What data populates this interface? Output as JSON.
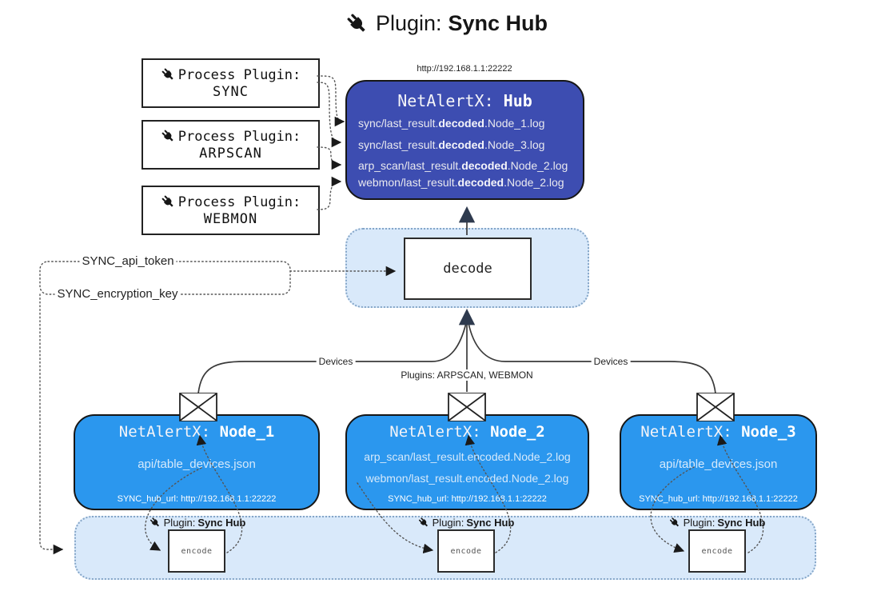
{
  "title": {
    "icon": "plug-icon",
    "prefix": "Plugin:",
    "name": "Sync Hub"
  },
  "process_plugins": [
    {
      "icon": "plug-icon",
      "label": "Process Plugin:",
      "name": "SYNC"
    },
    {
      "icon": "plug-icon",
      "label": "Process Plugin:",
      "name": "ARPSCAN"
    },
    {
      "icon": "plug-icon",
      "label": "Process Plugin:",
      "name": "WEBMON"
    }
  ],
  "hub": {
    "url": "http://192.168.1.1:22222",
    "title_prefix": "NetAlertX:",
    "title_name": "Hub",
    "logs": [
      {
        "pre": "sync/last_result.",
        "bold": "decoded",
        "post": ".Node_1.log"
      },
      {
        "pre": "sync/last_result.",
        "bold": "decoded",
        "post": ".Node_3.log"
      },
      {
        "pre": "arp_scan/last_result.",
        "bold": "decoded",
        "post": ".Node_2.log"
      },
      {
        "pre": "webmon/last_result.",
        "bold": "decoded",
        "post": ".Node_2.log"
      }
    ]
  },
  "decode": {
    "label": "decode"
  },
  "keys": {
    "api_token": "SYNC_api_token",
    "encryption_key": "SYNC_encryption_key"
  },
  "edge_labels": {
    "devices_left": "Devices",
    "devices_right": "Devices",
    "plugins_mid": "Plugins: ARPSCAN, WEBMON"
  },
  "nodes": [
    {
      "title_prefix": "NetAlertX:",
      "title_name": "Node_1",
      "files": [
        "api/table_devices.json"
      ],
      "hub_url": "SYNC_hub_url: http://192.168.1.1:22222"
    },
    {
      "title_prefix": "NetAlertX:",
      "title_name": "Node_2",
      "files": [
        "arp_scan/last_result.encoded.Node_2.log",
        "webmon/last_result.encoded.Node_2.log"
      ],
      "hub_url": "SYNC_hub_url: http://192.168.1.1:22222"
    },
    {
      "title_prefix": "NetAlertX:",
      "title_name": "Node_3",
      "files": [
        "api/table_devices.json"
      ],
      "hub_url": "SYNC_hub_url: http://192.168.1.1:22222"
    }
  ],
  "encoders": [
    {
      "icon": "plug-icon",
      "plugin_prefix": "Plugin:",
      "plugin_name": "Sync Hub",
      "label": "encode"
    },
    {
      "icon": "plug-icon",
      "plugin_prefix": "Plugin:",
      "plugin_name": "Sync Hub",
      "label": "encode"
    },
    {
      "icon": "plug-icon",
      "plugin_prefix": "Plugin:",
      "plugin_name": "Sync Hub",
      "label": "encode"
    }
  ],
  "colors": {
    "hub_bg": "#3d4db1",
    "node_bg": "#2b97ee",
    "panel_bg": "#d9e9fa",
    "panel_border": "#85a6c8",
    "ink": "#111111",
    "line": "#3a3a3a",
    "hub_text": "#e9e9ef",
    "node_subtext": "#d5e9fb"
  }
}
